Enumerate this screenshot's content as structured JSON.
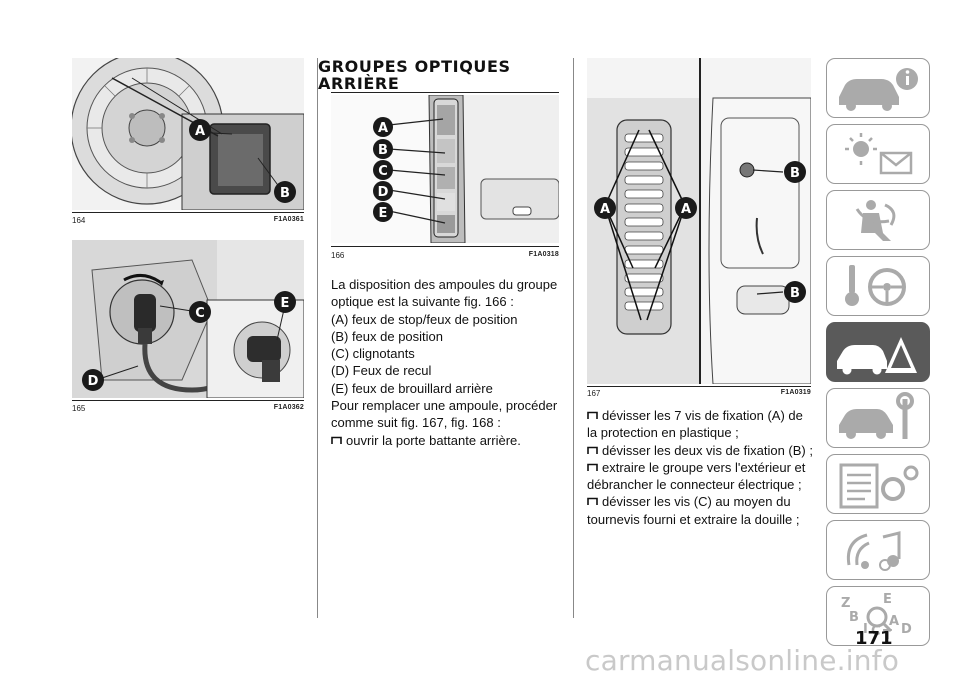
{
  "section_title_line1": "GROUPES OPTIQUES",
  "section_title_line2": "ARRIÈRE",
  "figures": [
    {
      "number": "164",
      "code": "F1A0361"
    },
    {
      "number": "165",
      "code": "F1A0362"
    },
    {
      "number": "166",
      "code": "F1A0318"
    },
    {
      "number": "167",
      "code": "F1A0319"
    }
  ],
  "callout_labels": {
    "a": "A",
    "b": "B",
    "c": "C",
    "d": "D",
    "e": "E"
  },
  "middle_text": {
    "intro": "La disposition des ampoules du groupe optique est la suivante fig. 166 :",
    "items": [
      "(A) feux de stop/feux de position",
      "(B) feux de position",
      "(C) clignotants",
      "(D) Feux de recul",
      "(E) feux de brouillard arrière"
    ],
    "para2": "Pour remplacer une ampoule, procéder comme suit fig. 167, fig. 168 :",
    "bullet1": "ouvrir la porte battante arrière."
  },
  "right_text": {
    "bullets": [
      "dévisser les 7 vis de fixation (A) de la protection en plastique ;",
      "dévisser les deux vis de fixation (B) ;",
      "extraire le groupe vers l'extérieur et débrancher le connecteur électrique ;",
      "dévisser les vis (C) au moyen du tournevis fourni et extraire la douille ;"
    ]
  },
  "page_number": "171",
  "watermark": "carmanualsonline.info",
  "sidebar_tabs": [
    {
      "icon": "car-info-icon",
      "active": false
    },
    {
      "icon": "warning-lights-icon",
      "active": false
    },
    {
      "icon": "safety-airbag-icon",
      "active": false
    },
    {
      "icon": "steering-key-icon",
      "active": false
    },
    {
      "icon": "emergency-car-icon",
      "active": true
    },
    {
      "icon": "maintenance-car-icon",
      "active": false
    },
    {
      "icon": "technical-data-icon",
      "active": false
    },
    {
      "icon": "multimedia-icon",
      "active": false
    },
    {
      "icon": "alphabetical-index-icon",
      "active": false
    }
  ],
  "colors": {
    "callout": "#1a1a1a",
    "active_tab": "#5a5a5a",
    "tab_border": "#999999"
  }
}
